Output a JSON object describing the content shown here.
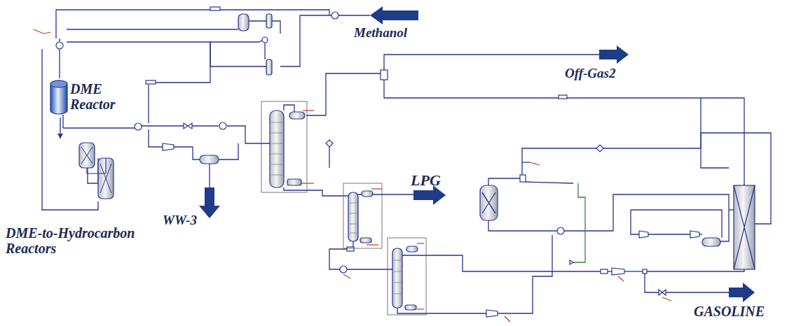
{
  "diagram": {
    "nodes": [
      {
        "text": [
          "DME Reactor"
        ]
      },
      {
        "text": [
          "DME-to-Hydrocarbon Reactors"
        ]
      }
    ],
    "edges": [
      {
        "from": 0,
        "to": 1,
        "arrow": "to"
      }
    ],
    "labels": [
      "Methanol",
      "Off-Gas2",
      "LPG",
      "WW-3",
      "GASOLINE"
    ]
  }
}
